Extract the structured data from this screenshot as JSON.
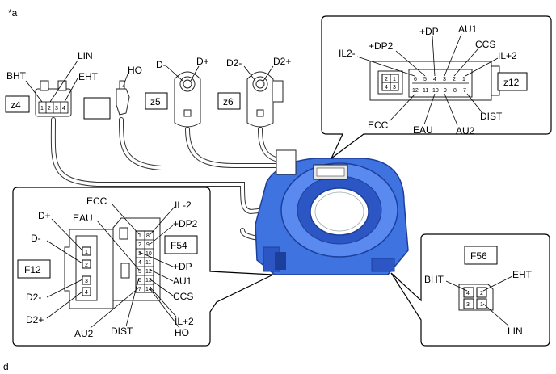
{
  "corner_mark": "*a",
  "footer_mark": "d",
  "connectors": {
    "z4": {
      "id": "z4",
      "labels": [
        "BHT",
        "LIN",
        "EHT"
      ],
      "pins": [
        "1",
        "2",
        "3",
        "4"
      ]
    },
    "ho": {
      "label": "HO"
    },
    "z5": {
      "id": "z5",
      "labels": [
        "D-",
        "D+"
      ]
    },
    "z6": {
      "id": "z6",
      "labels": [
        "D2-",
        "D2+"
      ]
    },
    "z12": {
      "id": "z12",
      "labels": [
        "IL2-",
        "+DP2",
        "+DP",
        "AU1",
        "CCS",
        "IL+2",
        "DIST",
        "AU2",
        "EAU",
        "ECC"
      ],
      "pins_left": [
        "2",
        "1",
        "4",
        "3"
      ],
      "pins_top": [
        "6",
        "5",
        "4",
        "3",
        "2",
        "1"
      ],
      "pins_bottom": [
        "12",
        "11",
        "10",
        "9",
        "8",
        "7"
      ]
    },
    "f54": {
      "id": "F54",
      "labels": [
        "ECC",
        "IL-2",
        "EAU",
        "+DP2",
        "+DP",
        "AU1",
        "CCS",
        "IL+2",
        "HO",
        "DIST",
        "AU2"
      ],
      "pins_left": [
        "1",
        "3",
        "5",
        "7"
      ],
      "pins_right": [
        "8",
        "9",
        "10",
        "11",
        "12",
        "13",
        "14"
      ],
      "pins_mid": [
        "2",
        "4",
        "6"
      ]
    },
    "f12": {
      "id": "F12",
      "labels": [
        "D+",
        "D-",
        "D2-",
        "D2+"
      ],
      "pins": [
        "1",
        "2",
        "3",
        "4"
      ]
    },
    "f56": {
      "id": "F56",
      "labels": [
        "BHT",
        "EHT",
        "LIN"
      ],
      "pins": [
        "4",
        "2",
        "3",
        "1"
      ]
    }
  },
  "colors": {
    "clock_spring_blue": "#3f73e0",
    "clock_spring_dark": "#1d3f9c",
    "outline": "#000000"
  }
}
